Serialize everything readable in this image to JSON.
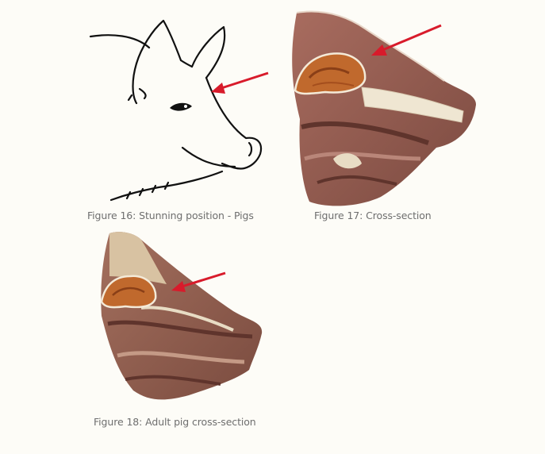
{
  "figures": [
    {
      "caption": "Figure 16: Stunning position - Pigs"
    },
    {
      "caption": "Figure 17: Cross-section"
    },
    {
      "caption": "Figure 18: Adult pig cross-section"
    }
  ],
  "colors": {
    "arrow": "#d81b2b",
    "tissue": "#8e5a4f",
    "tissue_dark": "#6e3f36",
    "brain": "#c0692d",
    "outline": "#f4ead8",
    "caption": "#6e6e6e"
  }
}
